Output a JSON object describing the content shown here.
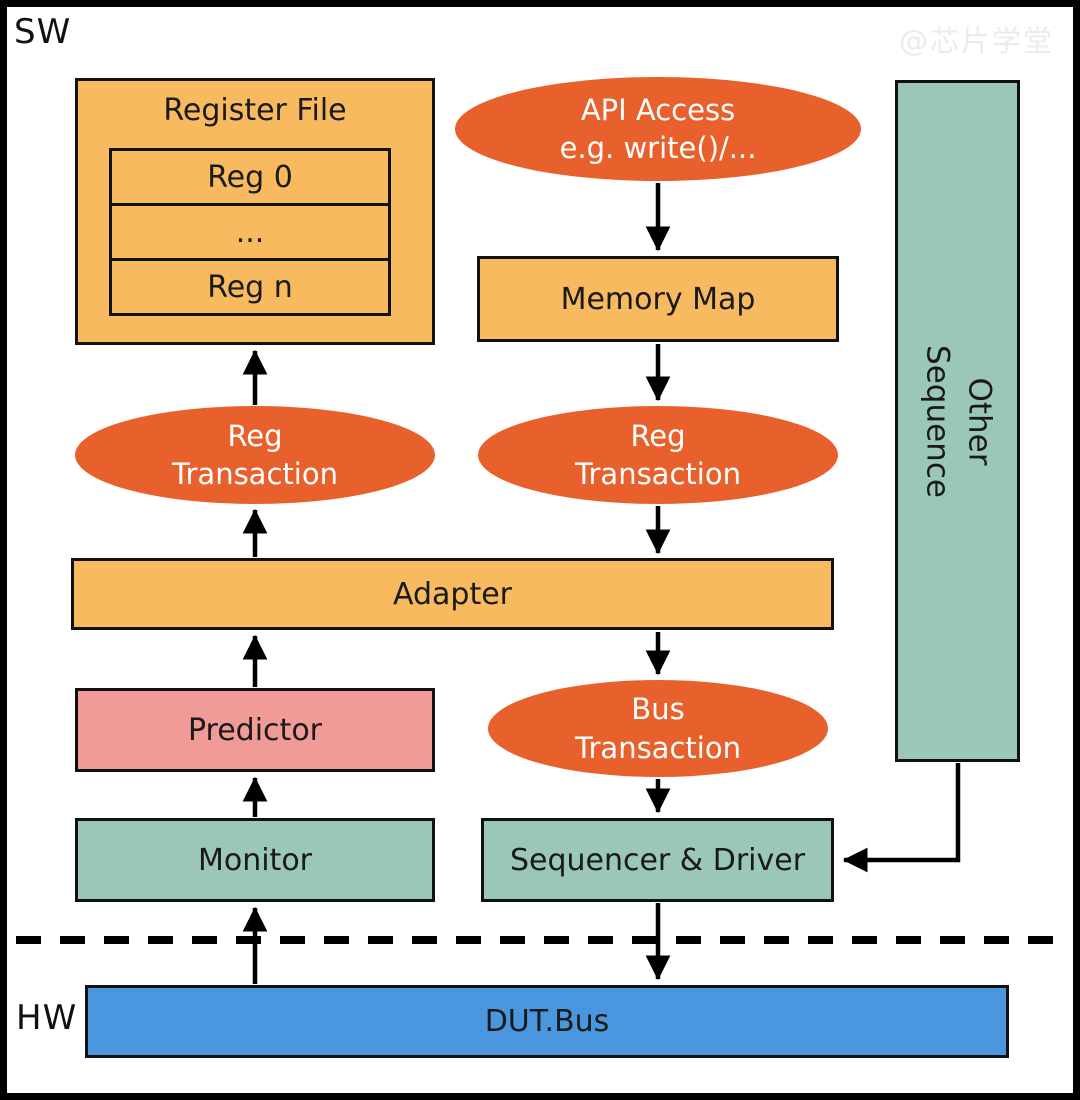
{
  "frame": {
    "sw_label": "SW",
    "hw_label": "HW",
    "watermark": "@芯片学堂"
  },
  "colors": {
    "box_orange": "#F7BA5F",
    "ellipse_orange": "#E8612C",
    "teal": "#9BC7BA",
    "pink": "#F19B99",
    "blue": "#4A96DF",
    "line_black": "#111111",
    "watermark_gray": "#EBEBEB"
  },
  "nodes": {
    "register_file": {
      "title": "Register File",
      "rows": [
        "Reg 0",
        "...",
        "Reg n"
      ]
    },
    "api_access": {
      "line1": "API Access",
      "line2": "e.g. write()/..."
    },
    "memory_map": {
      "label": "Memory Map"
    },
    "other_sequence": {
      "line1": "Other",
      "line2": "Sequence"
    },
    "reg_transaction_left": {
      "line1": "Reg",
      "line2": "Transaction"
    },
    "reg_transaction_right": {
      "line1": "Reg",
      "line2": "Transaction"
    },
    "adapter": {
      "label": "Adapter"
    },
    "predictor": {
      "label": "Predictor"
    },
    "monitor": {
      "label": "Monitor"
    },
    "bus_transaction": {
      "line1": "Bus",
      "line2": "Transaction"
    },
    "sequencer_driver": {
      "label": "Sequencer & Driver"
    },
    "dut_bus": {
      "label": "DUT.Bus"
    }
  }
}
